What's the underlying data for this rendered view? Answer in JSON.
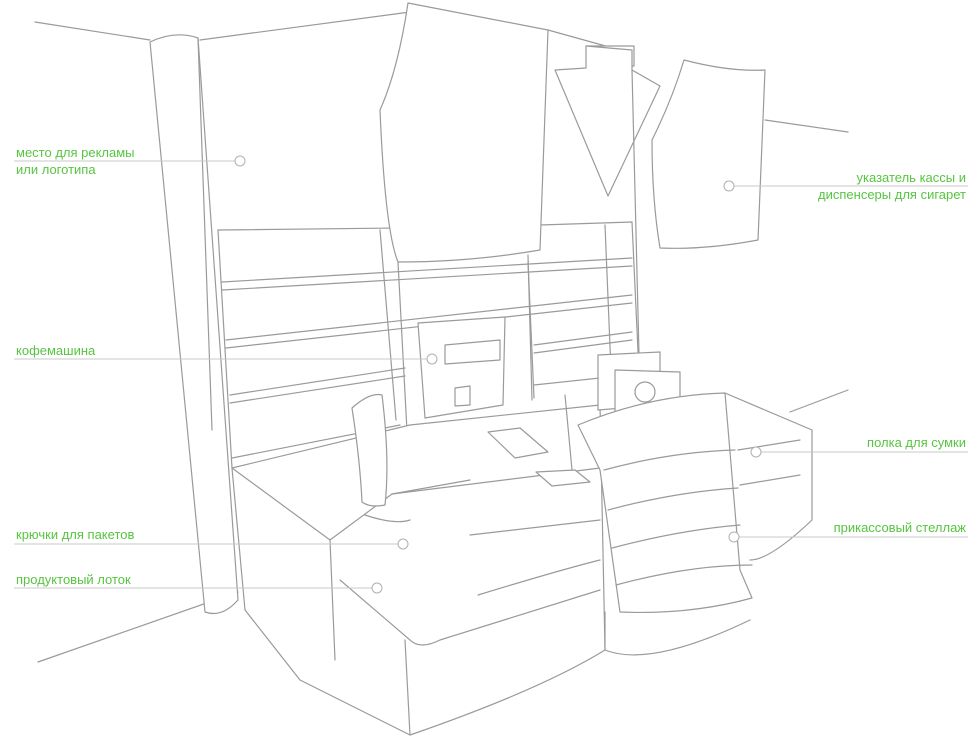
{
  "colors": {
    "label_green": "#57c441",
    "line_gray": "#9a9a9a",
    "leader_gray": "#c8c8c8"
  },
  "labels": {
    "ad_space": [
      "место для рекламы",
      "или логотипа"
    ],
    "register_sign": [
      "указатель кассы и",
      "диспенсеры для сигарет"
    ],
    "coffee_machine": [
      "кофемашина"
    ],
    "bag_shelf": [
      "полка для сумки"
    ],
    "bag_hooks": [
      "крючки для пакетов"
    ],
    "checkout_rack": [
      "прикассовый стеллаж"
    ],
    "product_tray": [
      "продуктовый лоток"
    ]
  }
}
